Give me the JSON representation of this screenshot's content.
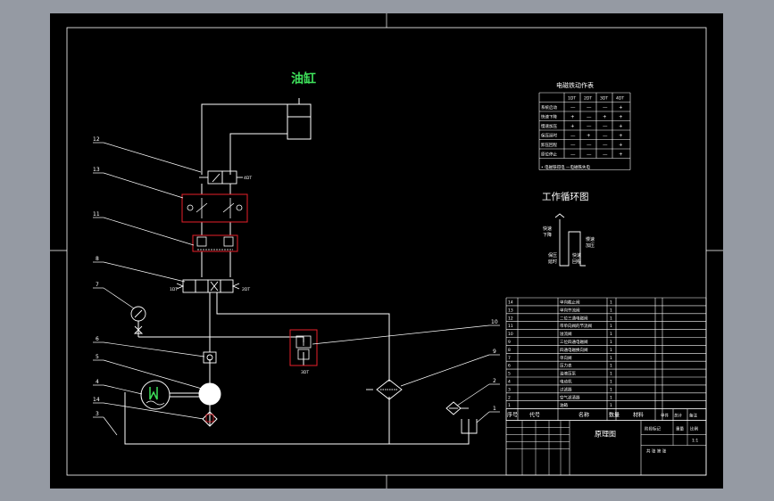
{
  "drawing": {
    "title_cylinder": "油缸",
    "title_cycle": "工作循环图",
    "title_solenoid_table": "电磁铁动作表",
    "solenoid_note": "• 电磁铁得电 —电磁铁失电",
    "colors": {
      "background": "#959aa3",
      "sheet": "#000000",
      "line": "#ffffff",
      "highlight": "#e8202a",
      "title_green": "#3ee05a"
    }
  },
  "callouts": [
    "12",
    "13",
    "11",
    "8",
    "7",
    "6",
    "5",
    "4",
    "14",
    "3",
    "10",
    "9",
    "2",
    "1"
  ],
  "solenoid_table": {
    "headers": [
      "",
      "1DT",
      "2DT",
      "3DT",
      "4DT"
    ],
    "rows": [
      [
        "系统启动",
        "—",
        "—",
        "—",
        "+"
      ],
      [
        "快速下降",
        "+",
        "—",
        "+",
        "+"
      ],
      [
        "慢速加压",
        "+",
        "—",
        "—",
        "+"
      ],
      [
        "保压延时",
        "—",
        "+",
        "—",
        "+"
      ],
      [
        "卸压回程",
        "—",
        "—",
        "—",
        "+"
      ],
      [
        "原位停止",
        "—",
        "—",
        "—",
        "+"
      ]
    ]
  },
  "cycle": {
    "labels": [
      "快速\n下降",
      "慢速\n加压",
      "保压\n延时",
      "快速\n回程"
    ]
  },
  "component_labels": {
    "sol_1dt": "1DT",
    "sol_2dt": "2DT",
    "sol_3dt": "3DT",
    "sol_4dt": "4DT"
  },
  "parts_list": {
    "rows": [
      [
        "14",
        "单向截止阀",
        "1"
      ],
      [
        "13",
        "单向节流阀",
        "1"
      ],
      [
        "12",
        "二位三通电磁阀",
        "1"
      ],
      [
        "11",
        "带单向阀的节流阀",
        "1"
      ],
      [
        "10",
        "溢流阀",
        "1"
      ],
      [
        "9",
        "三位四通电磁阀",
        "1"
      ],
      [
        "8",
        "四通电磁换向阀",
        "1"
      ],
      [
        "7",
        "单向阀",
        "1"
      ],
      [
        "6",
        "压力表",
        "1"
      ],
      [
        "5",
        "油液压泵",
        "1"
      ],
      [
        "4",
        "电动机",
        "1"
      ],
      [
        "3",
        "过滤器",
        "1"
      ],
      [
        "2",
        "空气滤清器",
        "1"
      ],
      [
        "1",
        "油箱",
        "1"
      ]
    ],
    "header": [
      "序号",
      "代号",
      "名称",
      "数量",
      "材料",
      "单件",
      "总计",
      "重量",
      "备注"
    ],
    "title_block": {
      "drawing_name": "原理图",
      "stage_label": "阶段标记",
      "weight_label": "重量",
      "scale_label": "比例",
      "scale_value": "1:1",
      "sheet_label": "共 张 第 张"
    }
  }
}
